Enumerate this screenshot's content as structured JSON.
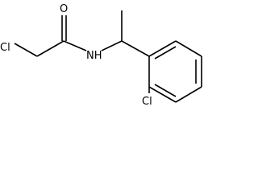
{
  "molecule": {
    "atoms": {
      "cl_top": "Cl",
      "oxygen": "O",
      "nitrogen_h": "NH",
      "cl_ring": "Cl"
    }
  }
}
